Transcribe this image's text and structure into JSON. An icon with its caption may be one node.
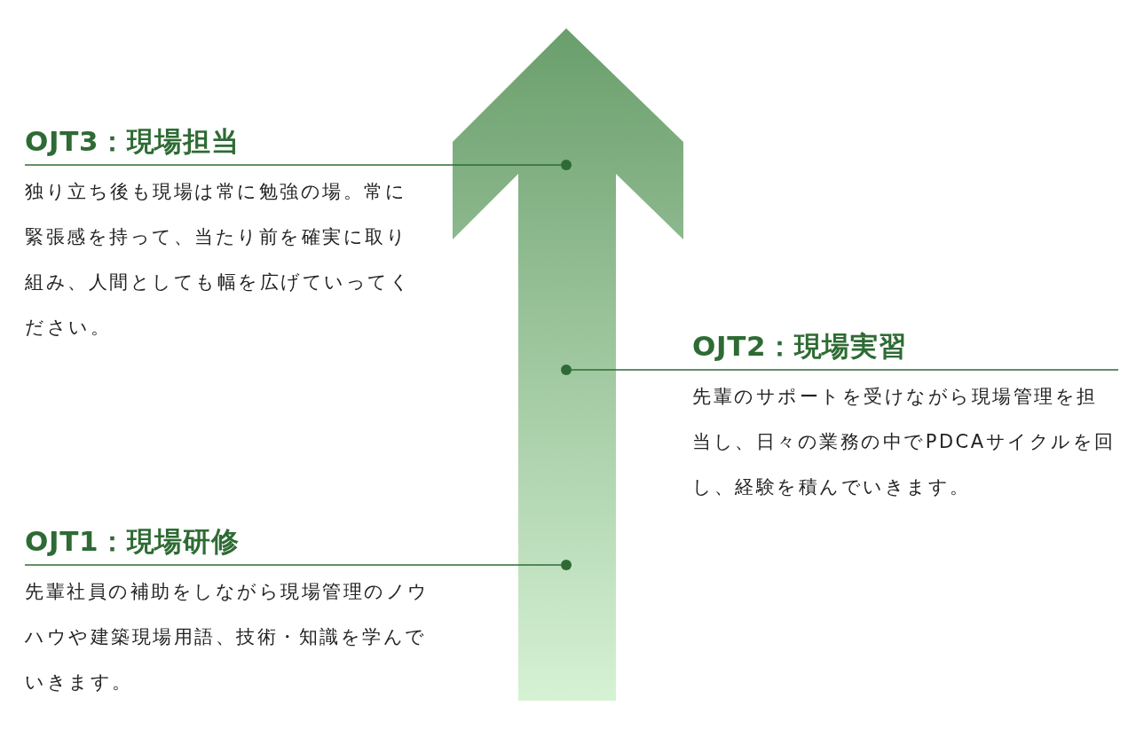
{
  "diagram": {
    "nodes": [
      {
        "text": [
          "OJT3：現場担当",
          "独り立ち後も現場は常に勉強の場。常に緊張感を持って、当たり前を確実に取り組み、人間としても幅を広げていってください。"
        ]
      },
      {
        "text": [],
        "shape": "circle"
      },
      {
        "text": [
          "OJT2：現場実習",
          "先輩のサポートを受けながら現場管理を担当し、日々の業務の中でPDCAサイクルを回し、経験を積んでいきます。"
        ]
      },
      {
        "text": [],
        "shape": "circle"
      },
      {
        "text": [
          "OJT1：現場研修",
          "先輩社員の補助をしながら現場管理のノウハウや建築現場用語、技術・知識を学んでいきます。"
        ]
      },
      {
        "text": [],
        "shape": "circle"
      }
    ],
    "edges": [
      {
        "from": 0,
        "to": 1,
        "arrow": "none"
      },
      {
        "from": 2,
        "to": 3,
        "arrow": "none"
      },
      {
        "from": 4,
        "to": 5,
        "arrow": "none"
      }
    ]
  }
}
